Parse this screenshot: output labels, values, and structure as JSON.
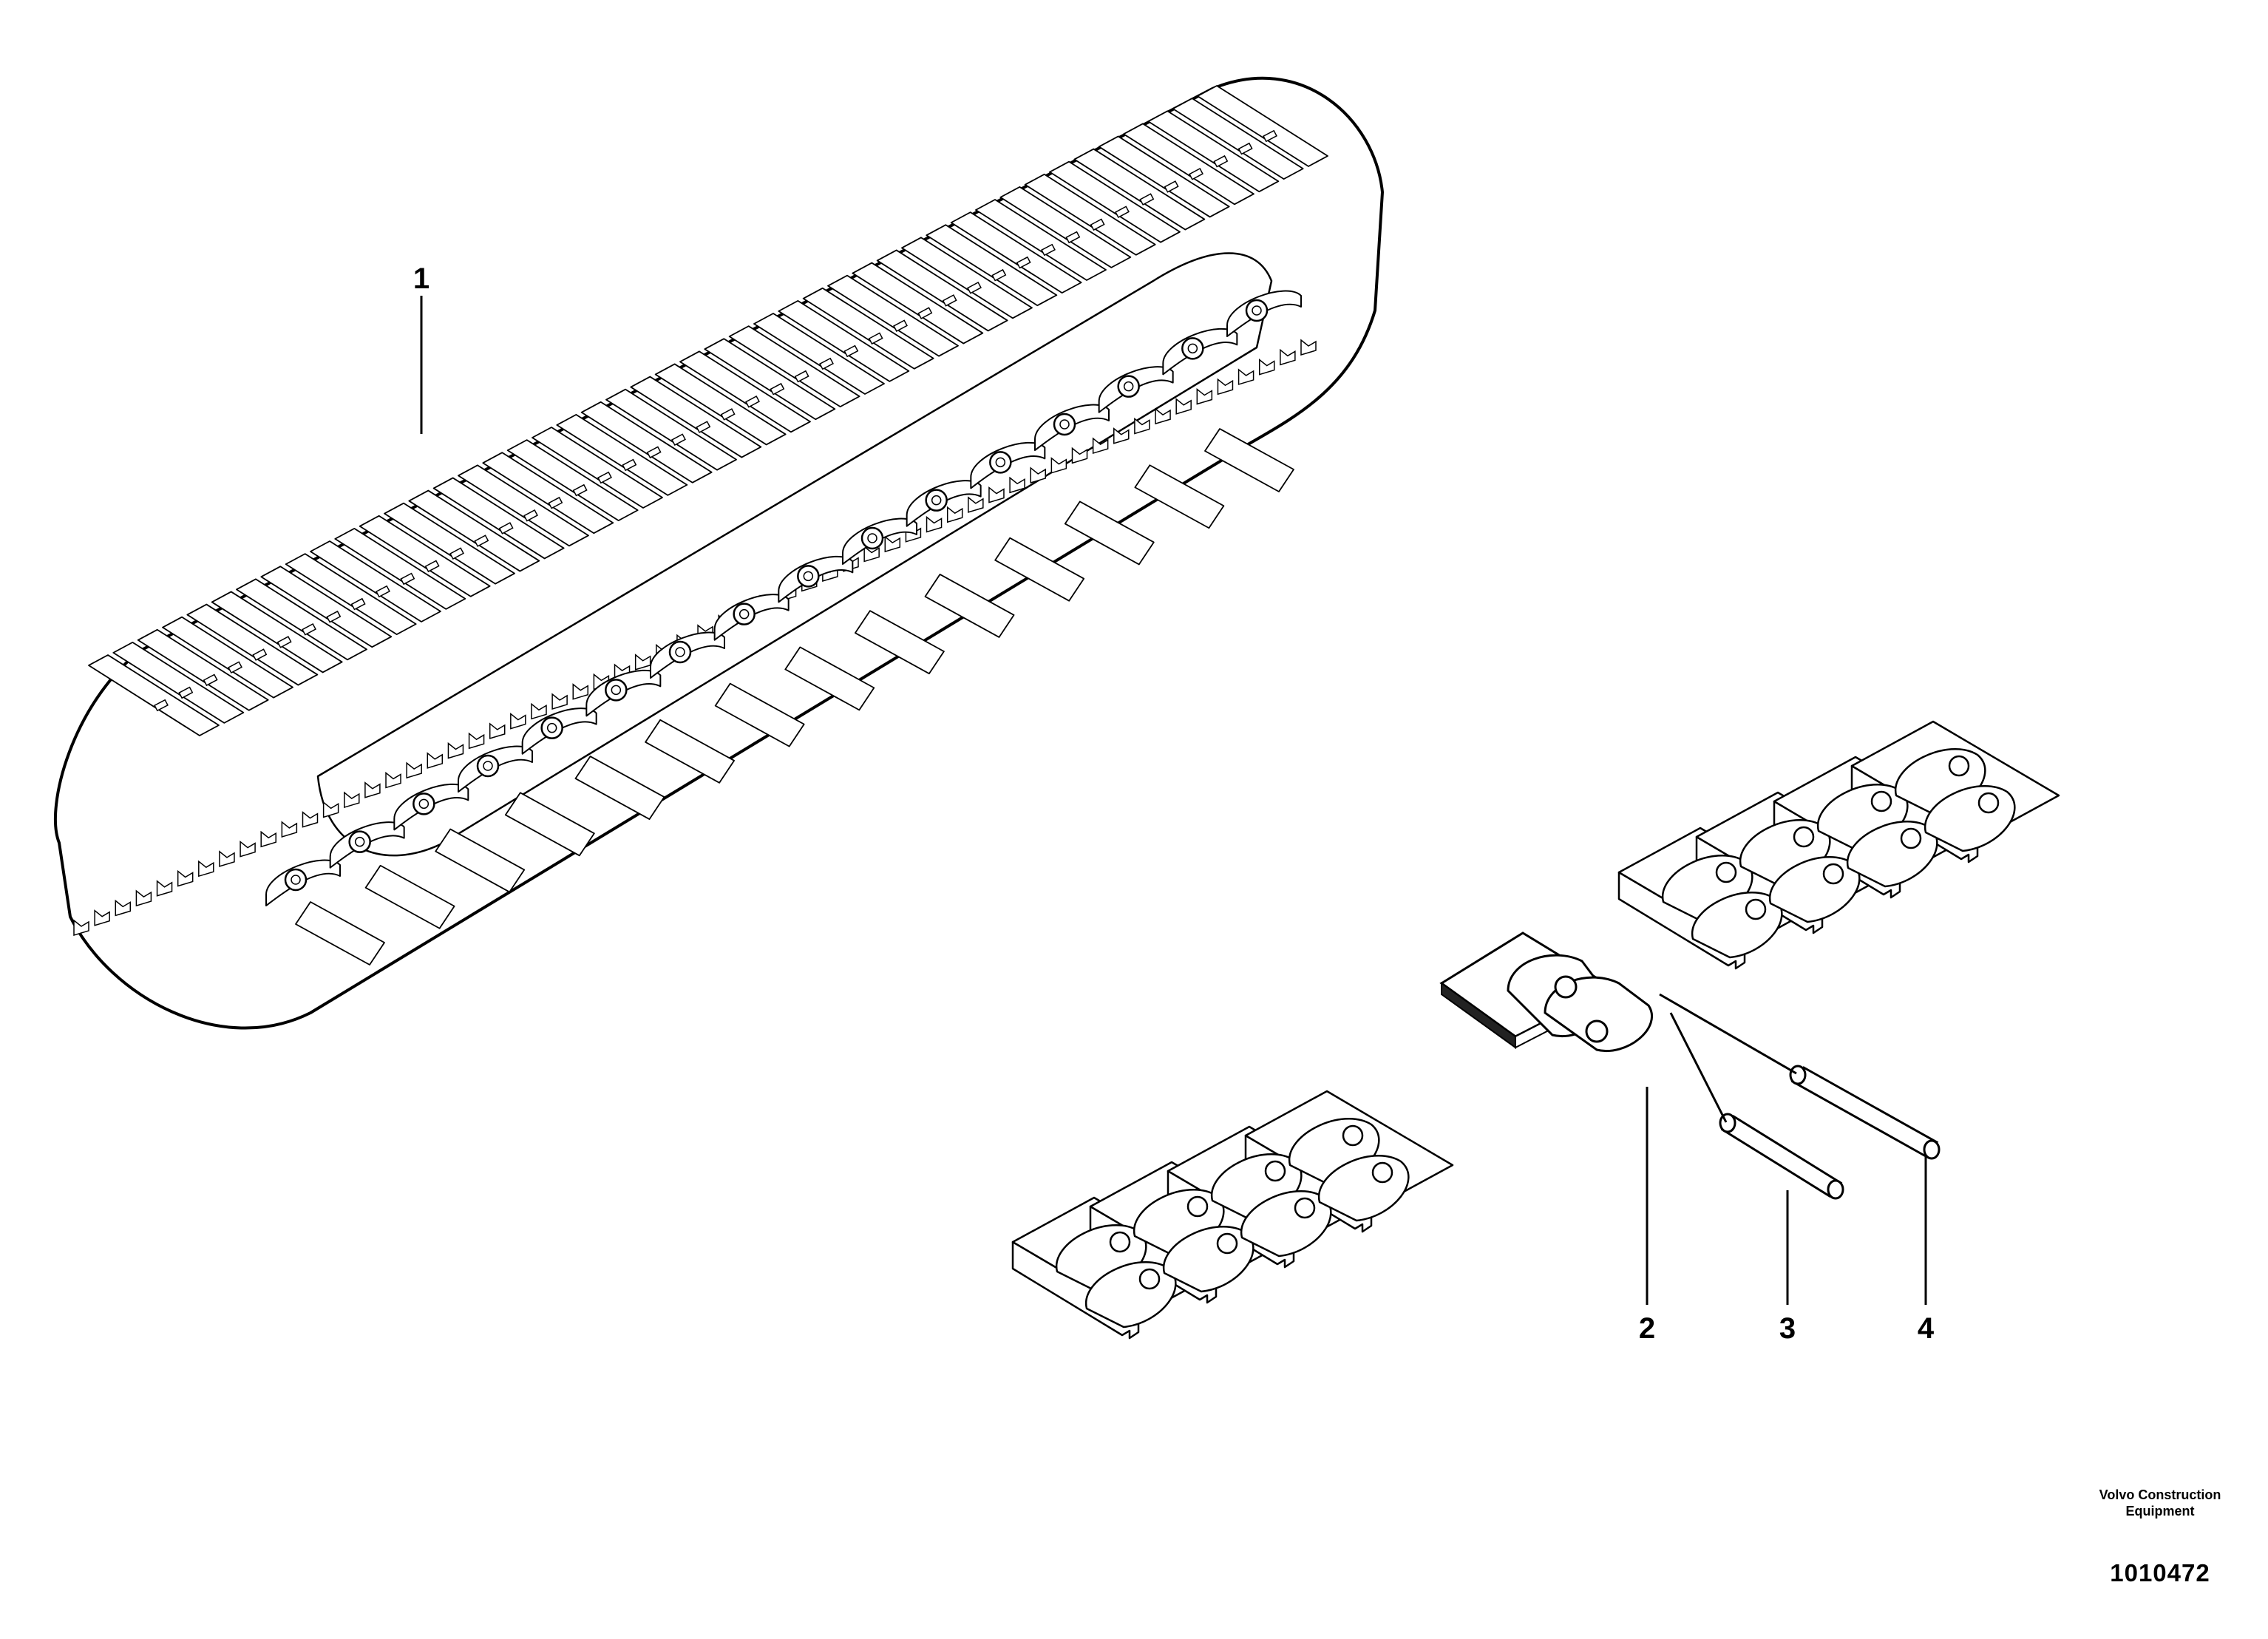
{
  "callouts": [
    "1",
    "2",
    "3",
    "4"
  ],
  "footer": {
    "maker_line1": "Volvo Construction",
    "maker_line2": "Equipment",
    "figure_number": "1010472"
  }
}
